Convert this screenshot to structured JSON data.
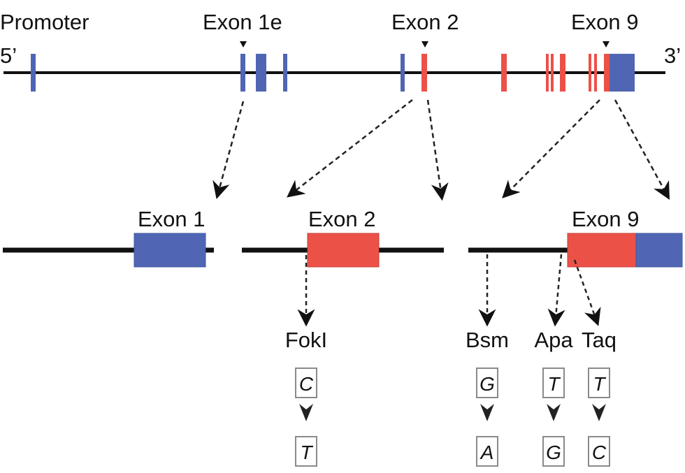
{
  "title": "Gene structure with exons and SNP sites",
  "colors": {
    "noncoding_exon": "#5066b4",
    "coding_exon": "#ec5148",
    "line": "#111111",
    "box_border": "#8a8a8a"
  },
  "top": {
    "promoter_label": "Promoter",
    "five_prime": "5’",
    "three_prime": "3’",
    "markers": [
      {
        "label": "Exon 1e"
      },
      {
        "label": "Exon 2"
      },
      {
        "label": "Exon 9"
      }
    ]
  },
  "bottom": {
    "exon_labels": [
      "Exon 1",
      "Exon 2",
      "Exon 9"
    ]
  },
  "snps": [
    {
      "name": "FokI",
      "from": "C",
      "to": "T"
    },
    {
      "name": "Bsm",
      "from": "G",
      "to": "A"
    },
    {
      "name": "Apa",
      "from": "T",
      "to": "G"
    },
    {
      "name": "Taq",
      "from": "T",
      "to": "C"
    }
  ]
}
